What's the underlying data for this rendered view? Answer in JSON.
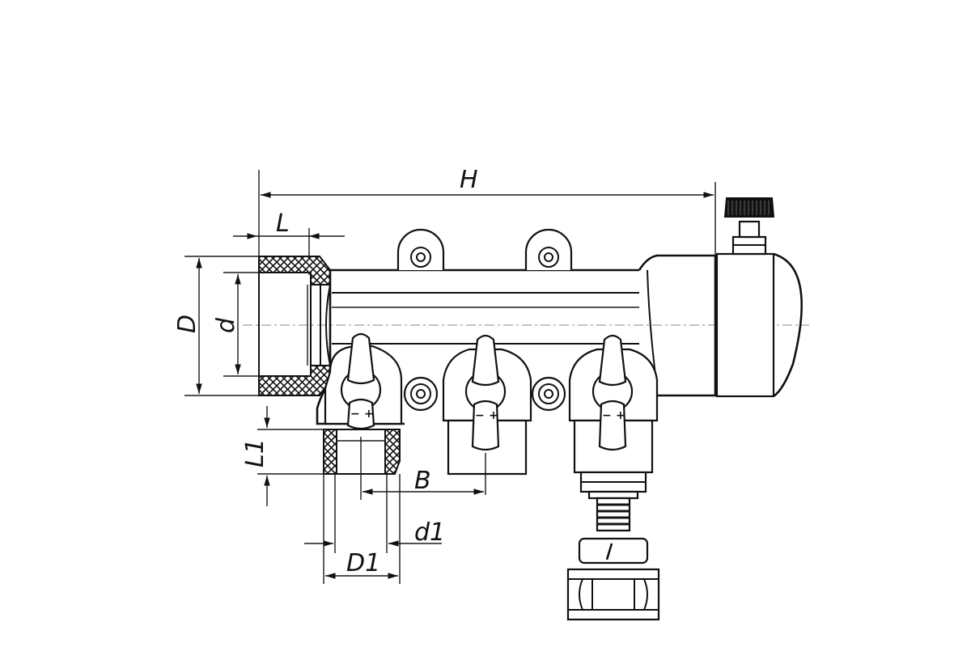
{
  "dimensions": {
    "H": "H",
    "L": "L",
    "D": "D",
    "d": "d",
    "L1": "L1",
    "B": "B",
    "d1": "d1",
    "D1": "D1"
  },
  "valve_markings": {
    "minus": "−",
    "plus": "+"
  },
  "outlet_count": 3
}
